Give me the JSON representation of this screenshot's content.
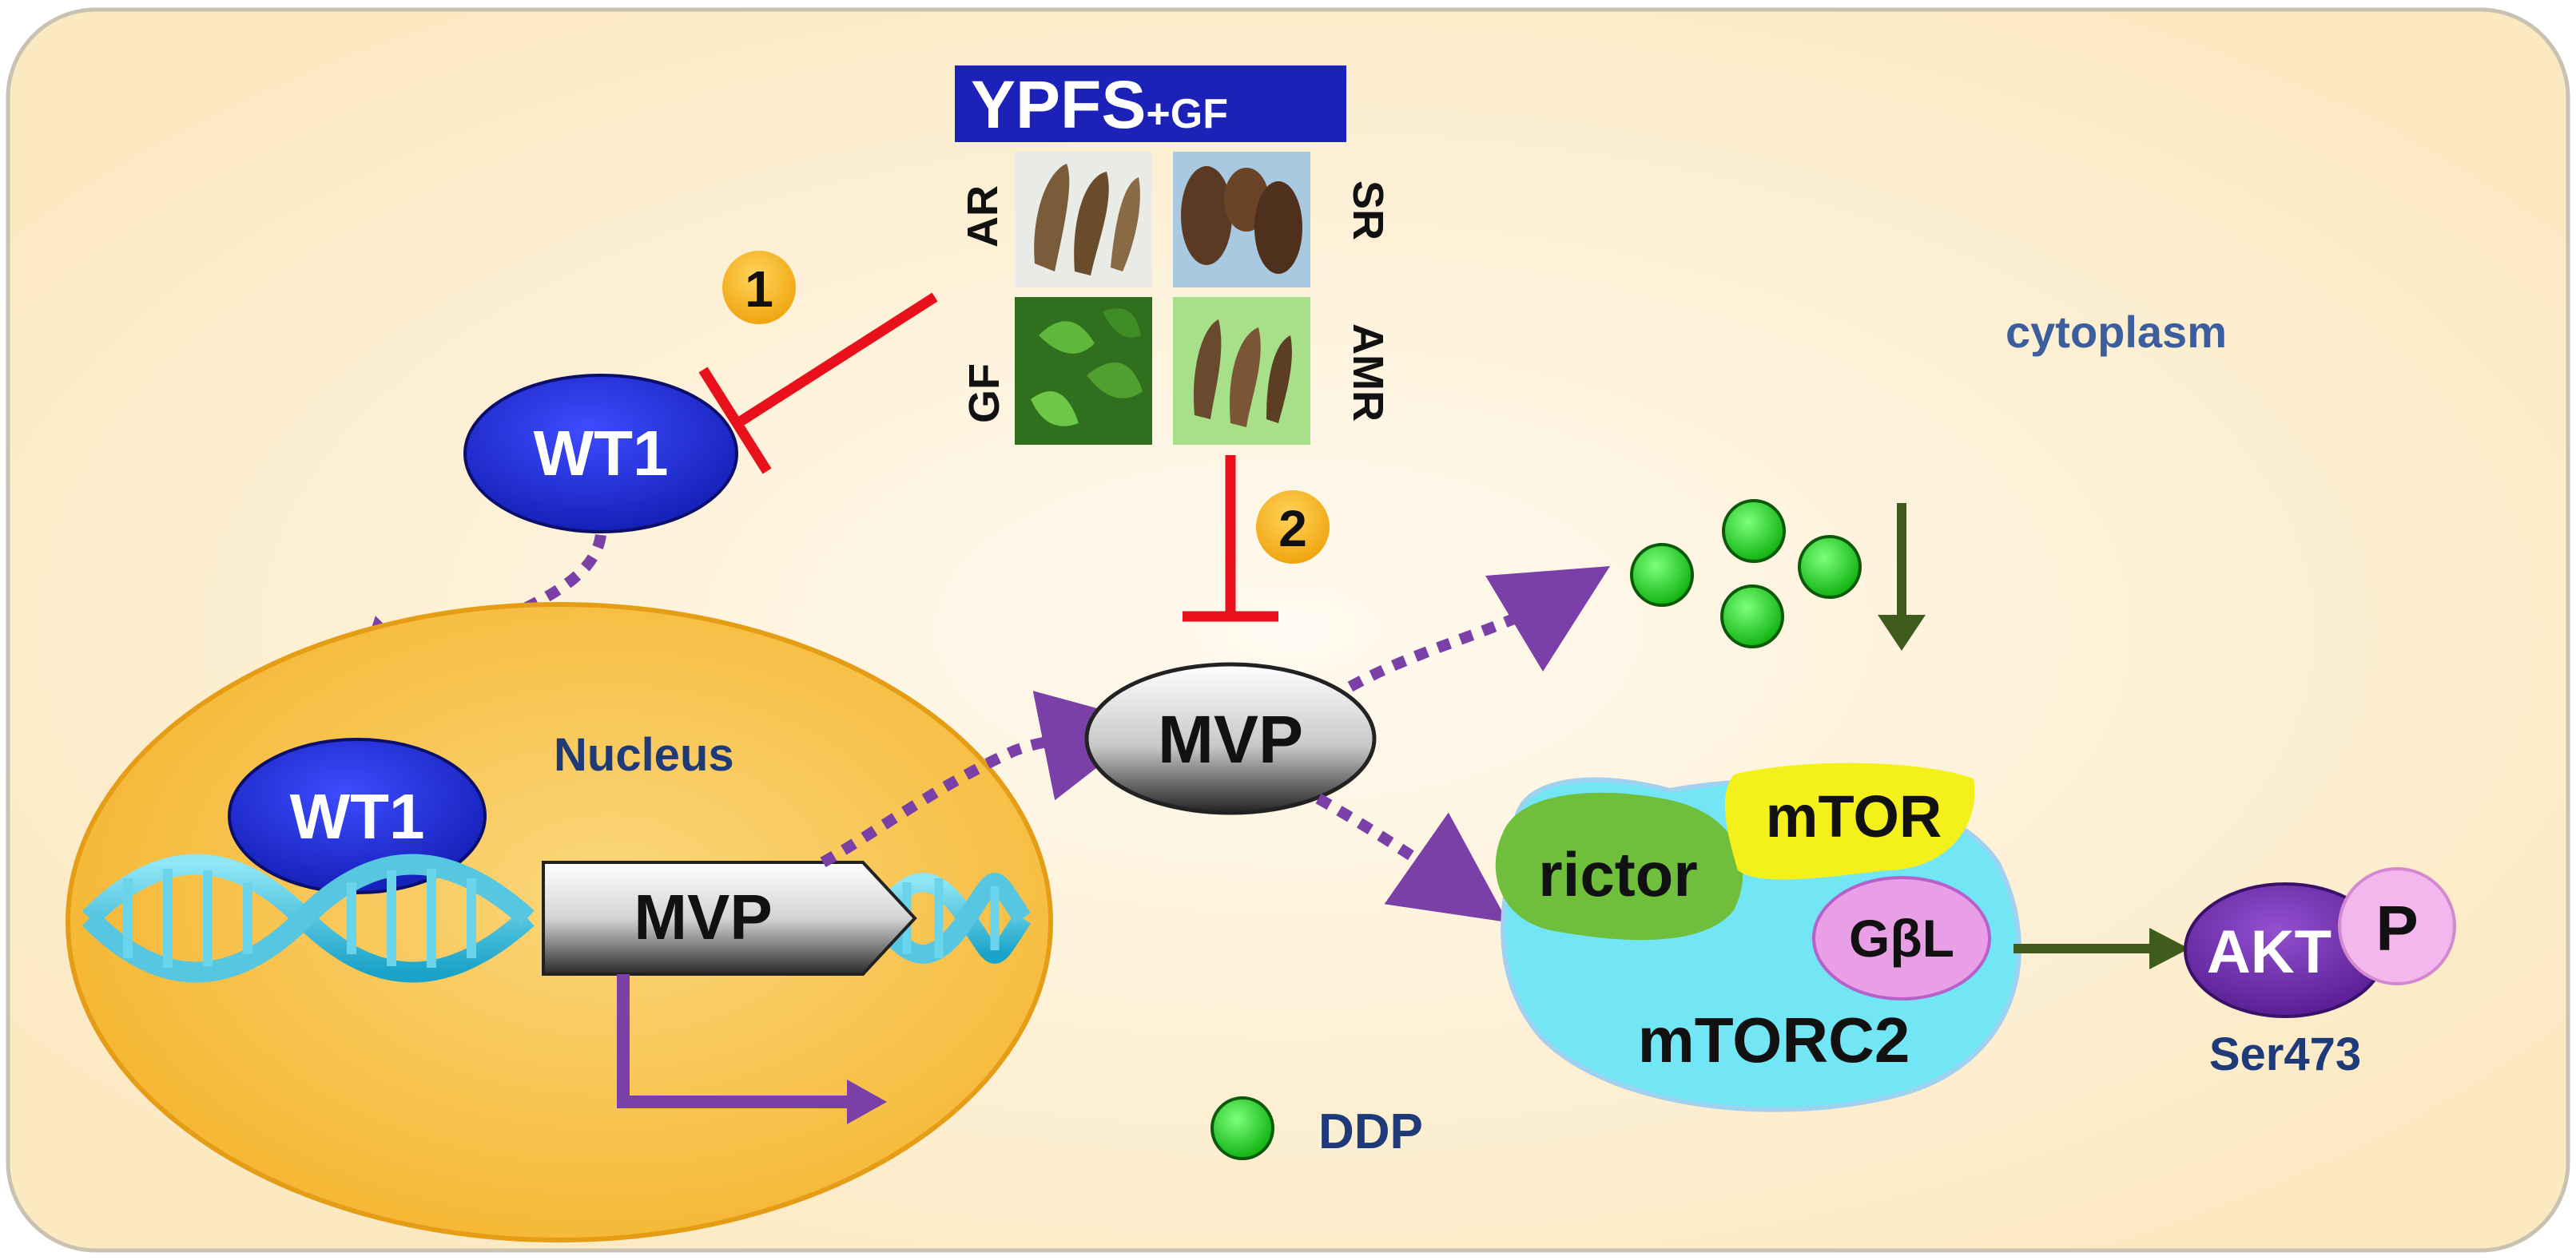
{
  "header": {
    "main": "YPFS",
    "suffix": "+GF"
  },
  "herbs": [
    {
      "label": "AR"
    },
    {
      "label": "SR"
    },
    {
      "label": "GF"
    },
    {
      "label": "AMR"
    }
  ],
  "steps": [
    "1",
    "2"
  ],
  "compartments": {
    "cytoplasm": "cytoplasm",
    "nucleus": "Nucleus"
  },
  "proteins": {
    "wt1": "WT1",
    "mvp": "MVP",
    "gene_mvp": "MVP",
    "rictor": "rictor",
    "mtor": "mTOR",
    "gbl": "GβL",
    "complex": "mTORC2",
    "akt": "AKT",
    "phospho": "P",
    "site": "Ser473"
  },
  "legend": {
    "ddp": "DDP"
  },
  "colors": {
    "background": "#fdf1d2",
    "inhibit": "#e8111b",
    "transport": "#7b3fa8",
    "activate": "#3f5c1d",
    "protein_blue": "#1a2be0",
    "drug_green": "#22d622",
    "step_badge": "#f5b81c",
    "header_bg": "#1c22b8"
  }
}
